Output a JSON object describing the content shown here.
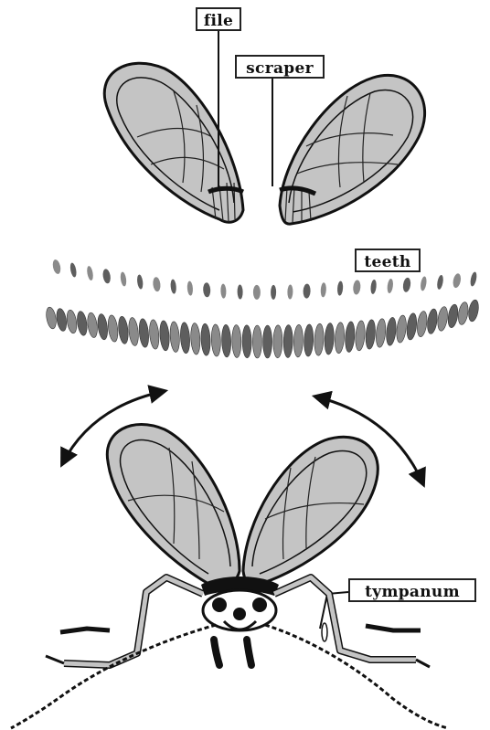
{
  "labels": {
    "file": "file",
    "scraper": "scraper",
    "teeth": "teeth",
    "tympanum": "tympanum"
  },
  "colors": {
    "wing_fill": "#c4c4c4",
    "outline": "#111111",
    "teeth_dark": "#5e5e5e",
    "teeth_light": "#8a8a8a"
  }
}
